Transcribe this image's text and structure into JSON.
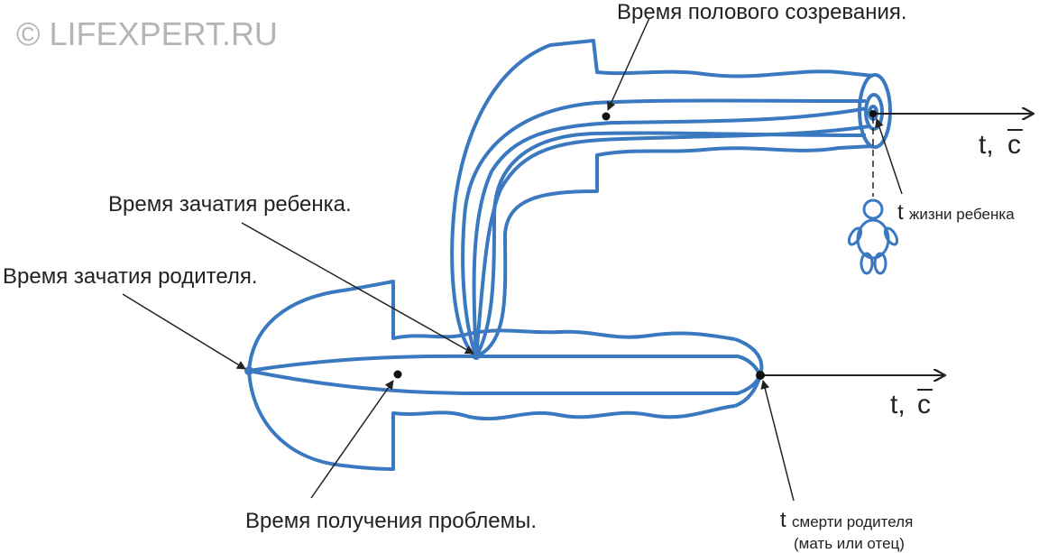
{
  "watermark": "© LIFEXPERT.RU",
  "labels": {
    "puberty": "Время полового созревания.",
    "child_conception": "Время зачатия ребенка.",
    "parent_conception": "Время зачатия родителя.",
    "problem_time": "Время получения проблемы.",
    "child_life_t": "t",
    "child_life_sub": "жизни ребенка",
    "parent_death_t": "t",
    "parent_death_sub": "смерти родителя",
    "parent_death_note": "(мать или отец)"
  },
  "axes": {
    "upper": {
      "t": "t,",
      "c": "c"
    },
    "lower": {
      "t": "t,",
      "c": "c"
    }
  },
  "colors": {
    "tube": "#3a78c0",
    "ink": "#222222",
    "watermark": "#b5b5b5"
  }
}
